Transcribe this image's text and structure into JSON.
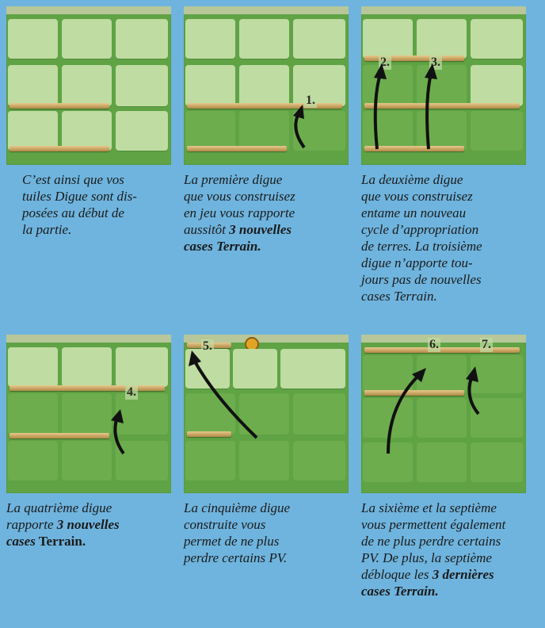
{
  "panels": [
    {
      "caption": [
        "C’est ainsi que vos",
        "tuiles Digue sont dis-",
        "posées au début de",
        "la partie."
      ],
      "labels": []
    },
    {
      "caption": [
        "La première digue",
        "que vous construisez",
        "en jeu vous rapporte",
        "aussitôt ",
        "3 nouvelles",
        "cases Terrain."
      ],
      "labels": [
        "1."
      ]
    },
    {
      "caption": [
        "La deuxième digue",
        "que vous construisez",
        "entame un nouveau",
        "cycle d’appropriation",
        "de terres. La troisième",
        "digue n’apporte tou-",
        "jours pas de nouvelles",
        "cases Terrain."
      ],
      "labels": [
        "2.",
        "3."
      ]
    },
    {
      "caption": [
        "La quatrième digue",
        "rapporte ",
        "3 nouvelles",
        "cases",
        " Terrain."
      ],
      "labels": [
        "4."
      ]
    },
    {
      "caption": [
        "La cinquième digue",
        "construite vous",
        "permet de ne plus",
        "perdre certains PV."
      ],
      "labels": [
        "5."
      ]
    },
    {
      "caption": [
        "La sixième et la septième",
        "vous permettent également",
        "de ne plus perdre certains",
        "PV. De plus, la septième",
        "débloque les ",
        "3 dernières",
        "cases Terrain."
      ],
      "labels": [
        "6.",
        "7."
      ]
    }
  ]
}
